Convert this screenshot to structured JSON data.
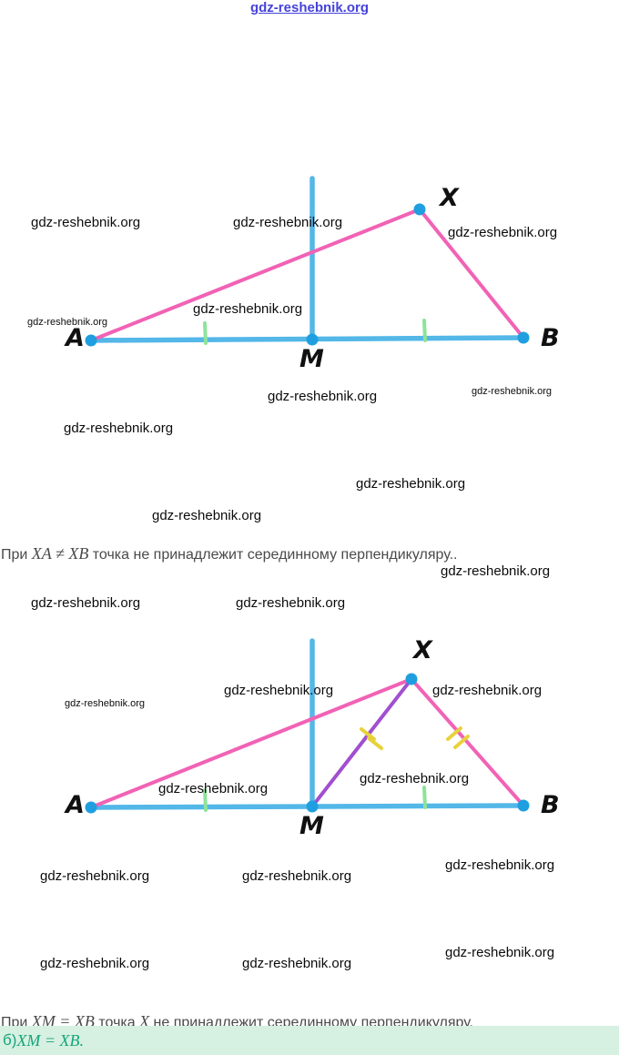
{
  "watermark": {
    "top_text": "gdz-reshebnik.org",
    "text": "gdz-reshebnik.org"
  },
  "colors": {
    "axis_cyan": "#53b7e8",
    "segment_pink": "#f162b5",
    "segment_purple": "#a14fd0",
    "tick_green": "#8ee39a",
    "tick_yellow": "#e8d23c",
    "point_blue": "#1f9fdf",
    "top_watermark_blue": "#4543da",
    "answer_text_green": "#17a47c",
    "answer_bg_mint": "#d6f0e1"
  },
  "diagram1": {
    "point_labels": {
      "a": "A",
      "m": "M",
      "x": "X",
      "b": "B"
    }
  },
  "diagram2": {
    "point_labels": {
      "a": "A",
      "m": "M",
      "x": "X",
      "b": "B"
    }
  },
  "captions": {
    "c1_prefix": "При ",
    "c1_math": "XA ≠ XB",
    "c1_suffix": " точка не принадлежит серединному перпендикуляру..",
    "c2_prefix": "При ",
    "c2_math1": "XM = XB",
    "c2_mid": " точка ",
    "c2_math2": "X",
    "c2_suffix": " не принадлежит серединному перпендикуляру."
  },
  "answer": {
    "label": "б) ",
    "math": "XM = XB."
  }
}
